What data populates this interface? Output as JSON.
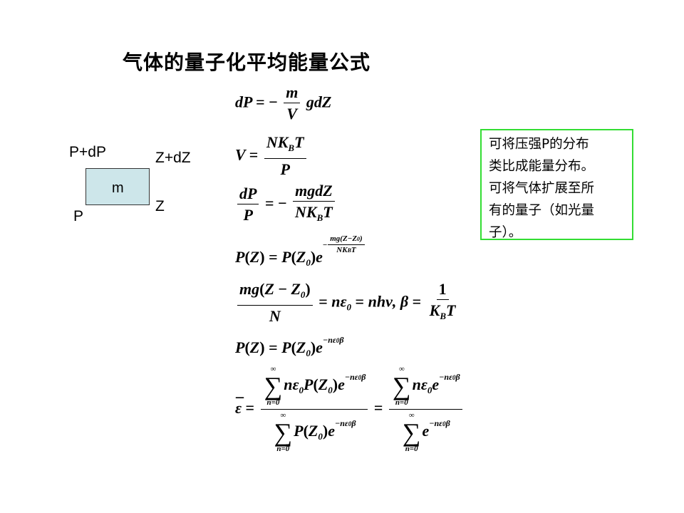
{
  "title": "气体的量子化平均能量公式",
  "diagram": {
    "p_dp": "P+dP",
    "p": "P",
    "z_dz": "Z+dZ",
    "z": "Z",
    "mass": "m"
  },
  "note": {
    "lines": [
      "可将压强P的分布",
      "类比成能量分布。",
      "可将气体扩展至所",
      "有的量子（如光量",
      "子）。"
    ],
    "border_color": "#33dd33"
  },
  "equations": [
    "dP = −(m/V) gdZ",
    "V = NK_B T / P",
    "dP/P = −mgdZ / (NK_B T)",
    "P(Z) = P(Z_0) e^{−mg(Z−Z_0)/(NK_B T)}",
    "mg(Z − Z_0)/N = nε_0 = nhν, β = 1/(K_B T)",
    "P(Z) = P(Z_0) e^{−nε_0 β}",
    "ε̄ = Σ nε_0 P(Z_0) e^{−nε_0 β} / Σ P(Z_0) e^{−nε_0 β} = Σ nε_0 e^{−nε_0 β} / Σ e^{−nε_0 β}"
  ]
}
